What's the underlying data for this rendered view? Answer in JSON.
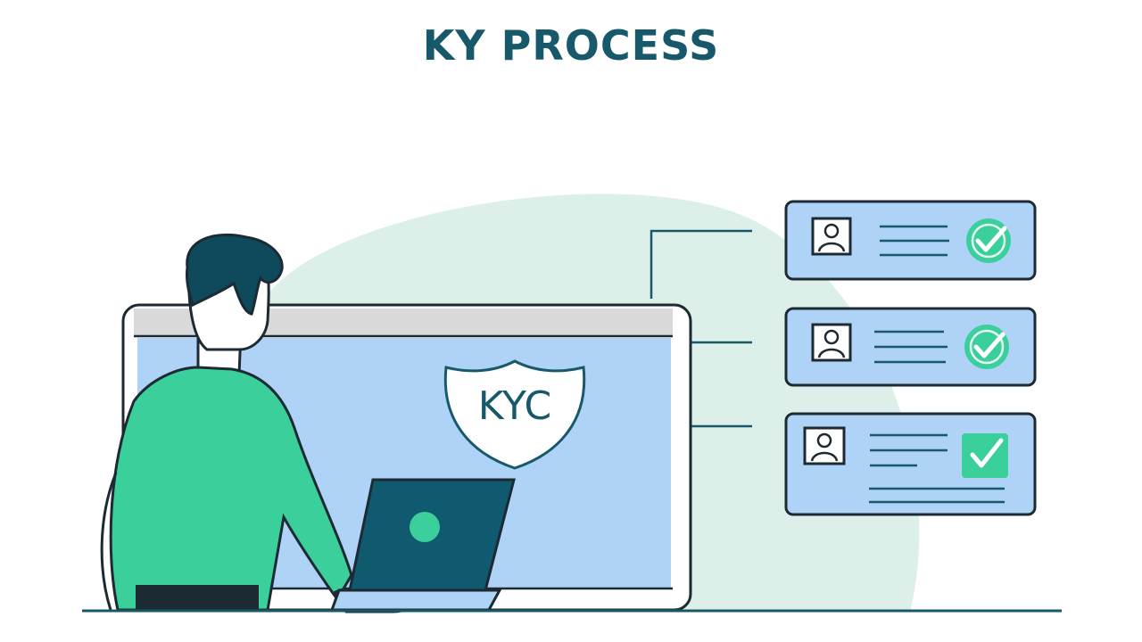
{
  "title": "KY PROCESS",
  "shield_label": "KYC",
  "colors": {
    "title": "#17596a",
    "outline": "#1c2a33",
    "screen": "#aed3f6",
    "card": "#aed3f6",
    "blob": "#dcefe9",
    "shirt": "#3bcf9c",
    "hair": "#0f4a5c",
    "laptop": "#0f5a6e",
    "check_badge": "#3bcf9c"
  },
  "icons": [
    "person-id-icon",
    "document-lines-icon",
    "check-badge-icon",
    "kyc-shield-icon",
    "laptop-icon"
  ],
  "verification_cards": [
    {
      "icon": "person-id-icon",
      "status_icon": "check-badge-icon",
      "status": "verified"
    },
    {
      "icon": "person-id-icon",
      "status_icon": "check-badge-icon",
      "status": "verified"
    },
    {
      "icon": "person-id-icon",
      "status_icon": "checkbox-icon",
      "status": "verified"
    }
  ]
}
